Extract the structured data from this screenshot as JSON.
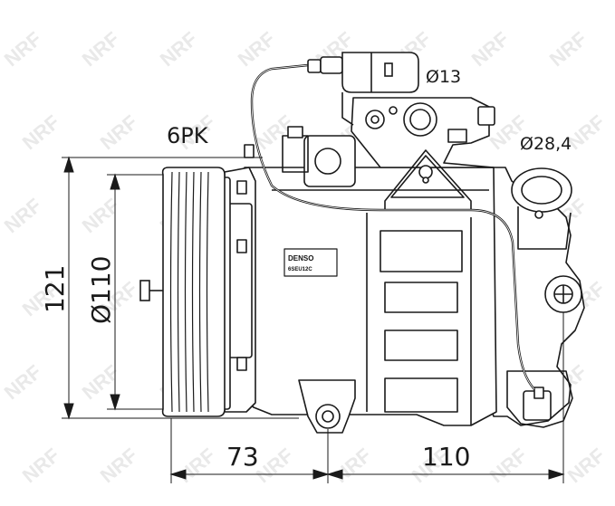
{
  "diagram": {
    "watermark_text": "NRF",
    "dimensions": {
      "belt": "6PK",
      "port_small": "Ø13",
      "port_large": "Ø28,4",
      "height": "121",
      "pulley_diameter": "Ø110",
      "length_front": "73",
      "length_rear": "110"
    },
    "label": {
      "brand": "DENSO",
      "model": "6SEU12C"
    }
  }
}
